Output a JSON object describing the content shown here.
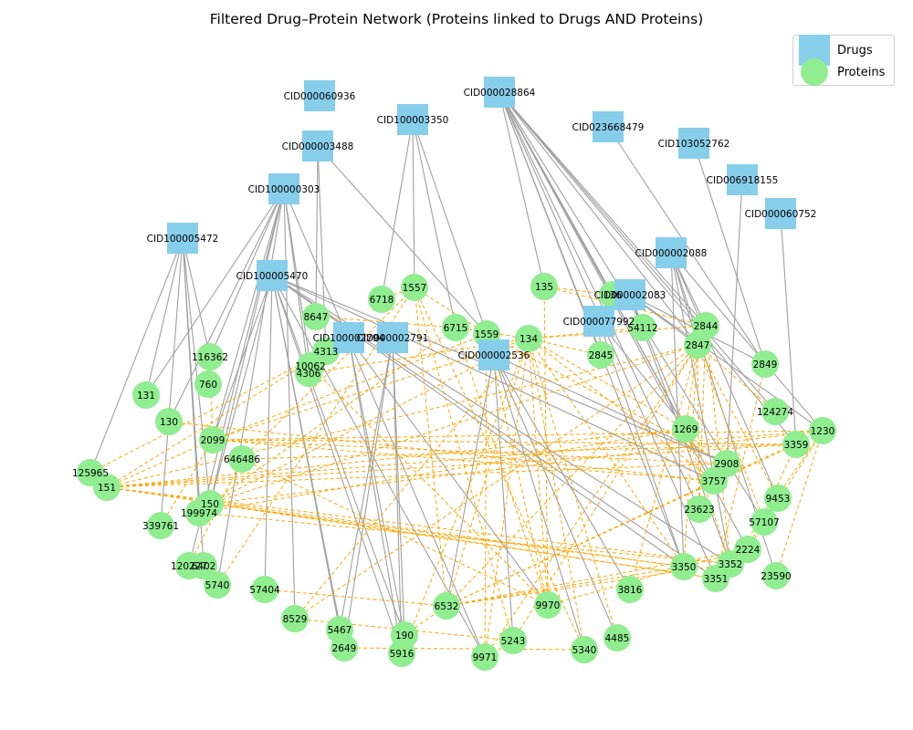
{
  "title": "Filtered Drug–Protein Network (Proteins linked to Drugs AND Proteins)",
  "legend": {
    "drugs": "Drugs",
    "proteins": "Proteins"
  },
  "colors": {
    "drug": "#87ceeb",
    "protein": "#90ee90",
    "drug_protein_edge": "#a0a0a0",
    "protein_protein_edge": "#ffa500"
  },
  "drugs": [
    "CID000060936",
    "CID000028864",
    "CID100003350",
    "CID023668479",
    "CID000003488",
    "CID103052762",
    "CID006918155",
    "CID100000303",
    "CID000060752",
    "CID100005472",
    "CID000002088",
    "CID100005470",
    "CID000002083",
    "CID000077992",
    "CID100002794",
    "CID000002791",
    "CID000002536"
  ],
  "proteins": [
    "1557",
    "135",
    "6718",
    "8647",
    "6715",
    "1559",
    "134",
    "136",
    "54112",
    "2844",
    "2845",
    "2847",
    "2849",
    "116362",
    "4313",
    "10062",
    "4306",
    "760",
    "131",
    "130",
    "124274",
    "1230",
    "1269",
    "3359",
    "2099",
    "646486",
    "2908",
    "125965",
    "151",
    "3757",
    "150",
    "9453",
    "199974",
    "23623",
    "57107",
    "339761",
    "2224",
    "120227",
    "6402",
    "3352",
    "3350",
    "23590",
    "3351",
    "5740",
    "57404",
    "3816",
    "6532",
    "9970",
    "8529",
    "5467",
    "190",
    "4485",
    "2649",
    "5243",
    "5340",
    "5916",
    "9971"
  ],
  "drug_protein_edges": [
    [
      "CID100005472",
      "131"
    ],
    [
      "CID100005472",
      "125965"
    ],
    [
      "CID100005472",
      "150"
    ],
    [
      "CID100005472",
      "199974"
    ],
    [
      "CID100005472",
      "116362"
    ],
    [
      "CID100005472",
      "339761"
    ],
    [
      "CID100005472",
      "6402"
    ],
    [
      "CID100000303",
      "131"
    ],
    [
      "CID100000303",
      "130"
    ],
    [
      "CID100000303",
      "116362"
    ],
    [
      "CID100000303",
      "2099"
    ],
    [
      "CID100000303",
      "150"
    ],
    [
      "CID100000303",
      "120227"
    ],
    [
      "CID100000303",
      "5740"
    ],
    [
      "CID100000303",
      "4306"
    ],
    [
      "CID100000303",
      "10062"
    ],
    [
      "CID100000303",
      "8529"
    ],
    [
      "CID100000303",
      "9971"
    ],
    [
      "CID100005470",
      "2099"
    ],
    [
      "CID100005470",
      "150"
    ],
    [
      "CID100005470",
      "57404"
    ],
    [
      "CID100005470",
      "5467"
    ],
    [
      "CID100005470",
      "2649"
    ],
    [
      "CID100005470",
      "190"
    ],
    [
      "CID100005470",
      "5916"
    ],
    [
      "CID100005470",
      "3350"
    ],
    [
      "CID100005470",
      "3351"
    ],
    [
      "CID100005470",
      "3352"
    ],
    [
      "CID100005470",
      "9971"
    ],
    [
      "CID100005470",
      "3757"
    ],
    [
      "CID100005470",
      "2908"
    ],
    [
      "CID000003488",
      "8647"
    ],
    [
      "CID000003488",
      "1559"
    ],
    [
      "CID000003488",
      "4313"
    ],
    [
      "CID100003350",
      "6718"
    ],
    [
      "CID100003350",
      "1557"
    ],
    [
      "CID100003350",
      "6715"
    ],
    [
      "CID100003350",
      "1559"
    ],
    [
      "CID000028864",
      "135"
    ],
    [
      "CID000028864",
      "136"
    ],
    [
      "CID000028864",
      "2844"
    ],
    [
      "CID000028864",
      "2847"
    ],
    [
      "CID000028864",
      "2845"
    ],
    [
      "CID000028864",
      "1269"
    ],
    [
      "CID000028864",
      "3350"
    ],
    [
      "CID000028864",
      "3351"
    ],
    [
      "CID000028864",
      "23623"
    ],
    [
      "CID000028864",
      "57107"
    ],
    [
      "CID000028864",
      "3359"
    ],
    [
      "CID000028864",
      "124274"
    ],
    [
      "CID000028864",
      "3757"
    ],
    [
      "CID000028864",
      "2224"
    ],
    [
      "CID023668479",
      "2849"
    ],
    [
      "CID103052762",
      "2849"
    ],
    [
      "CID006918155",
      "2908"
    ],
    [
      "CID000060752",
      "3359"
    ],
    [
      "CID000002088",
      "2844"
    ],
    [
      "CID000002088",
      "2847"
    ],
    [
      "CID000002088",
      "3350"
    ],
    [
      "CID000002088",
      "3352"
    ],
    [
      "CID000002088",
      "23590"
    ],
    [
      "CID000002088",
      "1230"
    ],
    [
      "CID000002088",
      "9453"
    ],
    [
      "CID000002083",
      "136"
    ],
    [
      "CID000002083",
      "54112"
    ],
    [
      "CID000002083",
      "2847"
    ],
    [
      "CID000002083",
      "1269"
    ],
    [
      "CID000002083",
      "3352"
    ],
    [
      "CID000002083",
      "2849"
    ],
    [
      "CID000002083",
      "1230"
    ],
    [
      "CID000077992",
      "1269"
    ],
    [
      "CID000077992",
      "3350"
    ],
    [
      "CID000077992",
      "2845"
    ],
    [
      "CID100002794",
      "190"
    ],
    [
      "CID100002794",
      "5916"
    ],
    [
      "CID100002794",
      "9970"
    ],
    [
      "CID000002791",
      "190"
    ],
    [
      "CID000002791",
      "5467"
    ],
    [
      "CID000002791",
      "2649"
    ],
    [
      "CID000002791",
      "5916"
    ],
    [
      "CID000002536",
      "3816"
    ],
    [
      "CID000002536",
      "4485"
    ],
    [
      "CID000002536",
      "5340"
    ],
    [
      "CID000002536",
      "5243"
    ],
    [
      "CID000002536",
      "6532"
    ],
    [
      "CID000002536",
      "2908"
    ]
  ],
  "protein_protein_edges": [
    [
      "151",
      "3350"
    ],
    [
      "151",
      "3351"
    ],
    [
      "151",
      "3352"
    ],
    [
      "151",
      "2908"
    ],
    [
      "151",
      "1230"
    ],
    [
      "151",
      "3359"
    ],
    [
      "151",
      "1269"
    ],
    [
      "151",
      "2099"
    ],
    [
      "151",
      "4313"
    ],
    [
      "151",
      "2847"
    ],
    [
      "150",
      "3350"
    ],
    [
      "150",
      "3351"
    ],
    [
      "150",
      "1230"
    ],
    [
      "150",
      "2847"
    ],
    [
      "150",
      "134"
    ],
    [
      "150",
      "6715"
    ],
    [
      "199974",
      "3352"
    ],
    [
      "199974",
      "1269"
    ],
    [
      "2099",
      "2908"
    ],
    [
      "2099",
      "134"
    ],
    [
      "2099",
      "1559"
    ],
    [
      "2099",
      "3757"
    ],
    [
      "646486",
      "9970"
    ],
    [
      "646486",
      "1557"
    ],
    [
      "646486",
      "3359"
    ],
    [
      "6532",
      "3350"
    ],
    [
      "6532",
      "3352"
    ],
    [
      "6532",
      "2847"
    ],
    [
      "6532",
      "1230"
    ],
    [
      "6532",
      "3359"
    ],
    [
      "6532",
      "2224"
    ],
    [
      "6532",
      "134"
    ],
    [
      "6532",
      "1557"
    ],
    [
      "9970",
      "134"
    ],
    [
      "9970",
      "1559"
    ],
    [
      "9970",
      "2224"
    ],
    [
      "9970",
      "135"
    ],
    [
      "9970",
      "6715"
    ],
    [
      "8529",
      "2847"
    ],
    [
      "8529",
      "134"
    ],
    [
      "8529",
      "5243"
    ],
    [
      "5243",
      "1557"
    ],
    [
      "5243",
      "2847"
    ],
    [
      "5340",
      "134"
    ],
    [
      "5340",
      "1557"
    ],
    [
      "9971",
      "2847"
    ],
    [
      "9971",
      "134"
    ],
    [
      "9971",
      "1559"
    ],
    [
      "3350",
      "2847"
    ],
    [
      "3350",
      "134"
    ],
    [
      "3352",
      "2844"
    ],
    [
      "3351",
      "2849"
    ],
    [
      "3352",
      "1269"
    ],
    [
      "2224",
      "1230"
    ],
    [
      "2224",
      "3359"
    ],
    [
      "23590",
      "1230"
    ],
    [
      "57107",
      "2847"
    ],
    [
      "9453",
      "2847"
    ],
    [
      "23623",
      "2847"
    ],
    [
      "23623",
      "2844"
    ],
    [
      "3757",
      "134"
    ],
    [
      "1269",
      "134"
    ],
    [
      "1269",
      "2847"
    ],
    [
      "124274",
      "2847"
    ],
    [
      "2845",
      "134"
    ],
    [
      "2844",
      "134"
    ],
    [
      "54112",
      "134"
    ],
    [
      "135",
      "136"
    ],
    [
      "135",
      "2844"
    ],
    [
      "1557",
      "1559"
    ],
    [
      "1557",
      "6718"
    ],
    [
      "6715",
      "134"
    ],
    [
      "6715",
      "8647"
    ],
    [
      "4306",
      "134"
    ],
    [
      "10062",
      "9970"
    ],
    [
      "116362",
      "2099"
    ],
    [
      "130",
      "3757"
    ],
    [
      "125965",
      "4313"
    ],
    [
      "339761",
      "2099"
    ],
    [
      "120227",
      "646486"
    ],
    [
      "5740",
      "1557"
    ],
    [
      "57404",
      "6532"
    ],
    [
      "3816",
      "2847"
    ],
    [
      "2649",
      "5340"
    ],
    [
      "190",
      "6532"
    ],
    [
      "5916",
      "134"
    ],
    [
      "4485",
      "134"
    ],
    [
      "1230",
      "3352"
    ],
    [
      "1230",
      "2099"
    ],
    [
      "3359",
      "2099"
    ],
    [
      "2908",
      "1559"
    ]
  ]
}
